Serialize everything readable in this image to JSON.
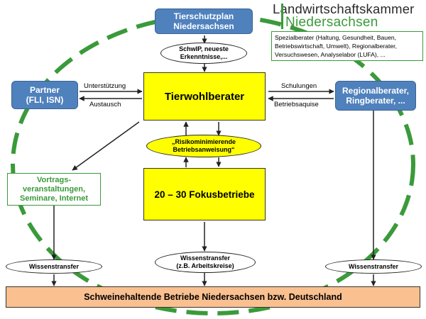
{
  "logo": {
    "line1": "Landwirtschaftskammer",
    "line2": "Niedersachsen"
  },
  "nodes": {
    "tierschutzplan": [
      "Tierschutzplan",
      "Niedersachsen"
    ],
    "partner": [
      "Partner",
      "(FLI, ISN)"
    ],
    "tierwohlberater": "Tierwohlberater",
    "regionalberater": [
      "Regionalberater,",
      "Ringberater, ..."
    ],
    "fokusbetriebe": "20 – 30 Fokusbetriebe",
    "vortrag": [
      "Vortrags-",
      "veranstaltungen,",
      "Seminare, Internet"
    ],
    "bottom_bar": "Schweinehaltende Betriebe Niedersachsen bzw. Deutschland"
  },
  "ellipses": {
    "schwip": [
      "SchwIP, neueste",
      "Erkenntnisse,..."
    ],
    "risiko": [
      "„Risikominimierende",
      "Betriebsanweisung“"
    ],
    "wissen_left": "Wissenstransfer",
    "wissen_center": [
      "Wissenstransfer",
      "(z.B. Arbeitskreise)"
    ],
    "wissen_right": "Wissenstransfer"
  },
  "spezial_text": [
    "Spezialberater (Haltung, Gesundheit, Bauen,",
    "Betriebswirtschaft, Umwelt), Regionalberater,",
    "Versuchswesen, Analyselabor (LUFA), ..."
  ],
  "arrow_labels": {
    "unterstuetzung": "Unterstützung",
    "austausch": "Austausch",
    "schulungen": "Schulungen",
    "betriebsaquise": "Betriebsaquise"
  },
  "colors": {
    "blue": "#4f81bd",
    "yellow": "#ffff00",
    "green": "#3a9a3a",
    "bottom": "#fac090"
  }
}
